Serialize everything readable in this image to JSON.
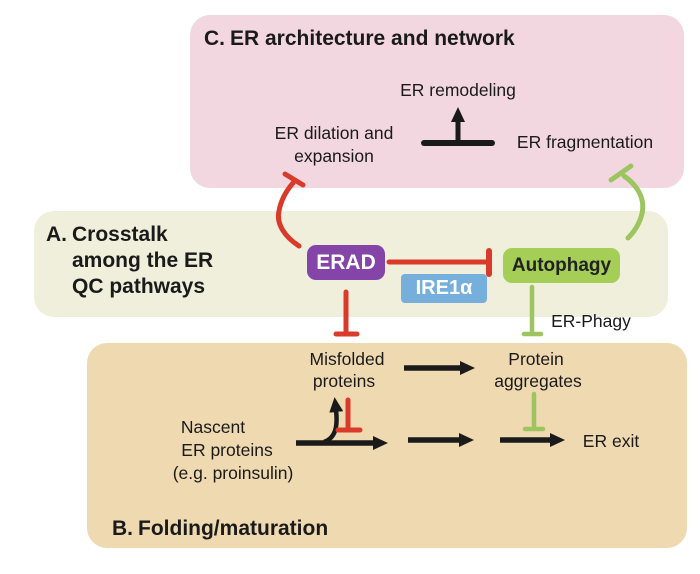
{
  "figure": {
    "panel_c": {
      "prefix": "C.",
      "title": "ER architecture and network",
      "remodeling": "ER remodeling",
      "dilation_line1": "ER dilation and",
      "dilation_line2": "expansion",
      "fragmentation": "ER fragmentation"
    },
    "panel_a": {
      "prefix": "A.",
      "title_lines": [
        "Crosstalk",
        "among the ER",
        "QC pathways"
      ],
      "boxes": {
        "erad": "ERAD",
        "ire1a": "IRE1α",
        "autophagy": "Autophagy"
      },
      "er_phagy_label": "ER-Phagy"
    },
    "panel_b": {
      "prefix": "B.",
      "title": "Folding/maturation",
      "misfolded_line1": "Misfolded",
      "misfolded_line2": "proteins",
      "aggregates_line1": "Protein",
      "aggregates_line2": "aggregates",
      "nascent_line1": "Nascent",
      "nascent_line2": "ER proteins",
      "nascent_line3": "(e.g. proinsulin)",
      "er_exit": "ER exit"
    },
    "relations": [
      {
        "from": "ERAD",
        "to": "Autophagy",
        "type": "inhibits",
        "color": "red"
      },
      {
        "from": "ERAD",
        "to": "ER dilation and expansion",
        "type": "inhibits",
        "color": "red"
      },
      {
        "from": "ERAD",
        "to": "Misfolded proteins",
        "type": "inhibits",
        "color": "red"
      },
      {
        "from": "ERAD",
        "to": "misfolding branch",
        "type": "inhibits",
        "color": "red"
      },
      {
        "from": "Autophagy",
        "to": "ER fragmentation",
        "type": "inhibits",
        "color": "green"
      },
      {
        "from": "Autophagy",
        "to": "Protein aggregates",
        "type": "inhibits (ER-Phagy)",
        "color": "green"
      },
      {
        "from": "Protein aggregates",
        "to": "ER exit step",
        "type": "inhibits",
        "color": "green"
      },
      {
        "from": "Misfolded proteins",
        "to": "Protein aggregates",
        "type": "promotes",
        "color": "black"
      },
      {
        "from": "Nascent ER proteins",
        "to": "ER exit",
        "type": "promotes",
        "color": "black"
      },
      {
        "from": "ER dilation/expansion + ER fragmentation",
        "to": "ER remodeling",
        "type": "promotes",
        "color": "black"
      }
    ]
  },
  "colors": {
    "panel_pink": "#f2d7e1",
    "panel_cream": "#efefdc",
    "panel_tan": "#efd9b1",
    "erad_purple": "#8544a8",
    "ire1a_blue": "#76afdb",
    "autophagy_green": "#a4ce56",
    "inhibit_red": "#d93a2a",
    "erphagy_green": "#9cc45f",
    "ink_black": "#1a1a1a"
  }
}
